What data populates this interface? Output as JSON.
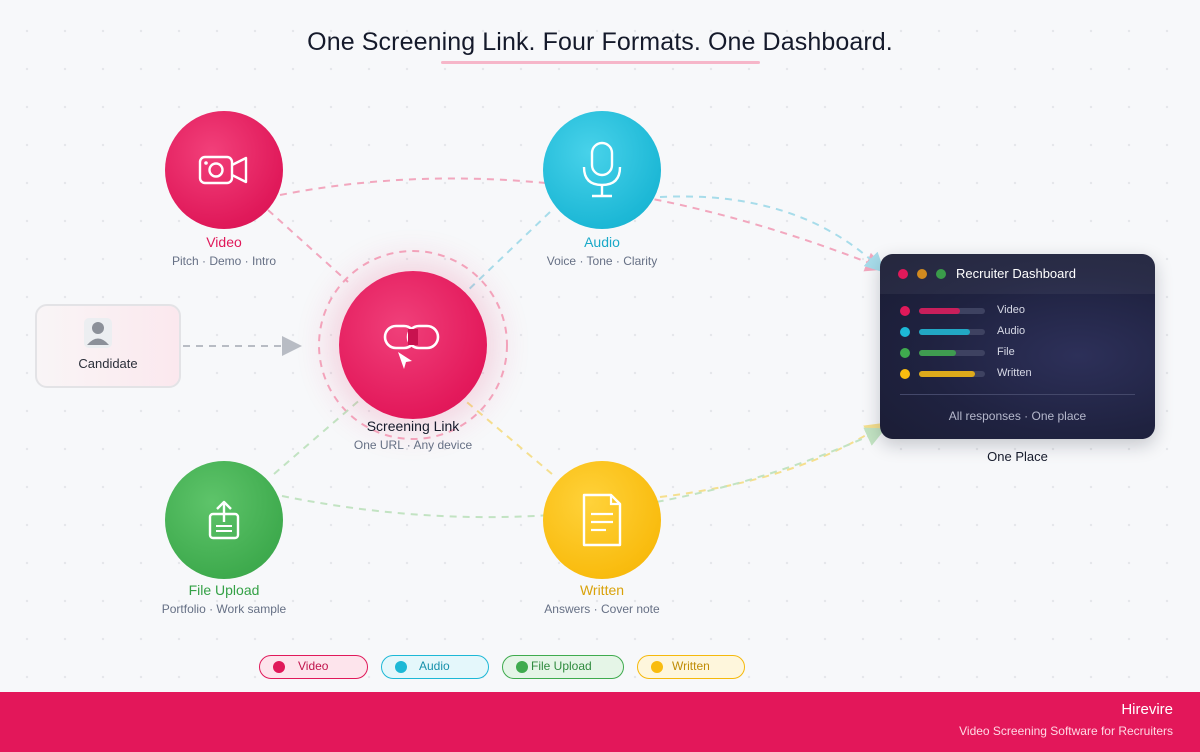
{
  "title": "One Screening Link. Four Formats. One Dashboard.",
  "colors": {
    "video": "#e0195a",
    "audio": "#1db8d6",
    "file_upload": "#3fab4e",
    "written": "#f9bc0f",
    "dashboard_bg": "#1f2240",
    "footer": "#e3175a"
  },
  "nodes": {
    "video": {
      "title": "Video",
      "subtitle": "Pitch · Demo · Intro",
      "icon": "video-camera-icon"
    },
    "audio": {
      "title": "Audio",
      "subtitle": "Voice · Tone · Clarity",
      "icon": "microphone-icon"
    },
    "screening": {
      "title": "Screening Link",
      "subtitle": "One URL · Any device",
      "icon": "link-icon"
    },
    "file_upload": {
      "title": "File Upload",
      "subtitle": "Portfolio · Work sample",
      "icon": "upload-icon"
    },
    "written": {
      "title": "Written",
      "subtitle": "Answers · Cover note",
      "icon": "document-icon"
    }
  },
  "candidate": {
    "label": "Candidate",
    "icon": "user-avatar-icon"
  },
  "dashboard": {
    "title": "Recruiter Dashboard",
    "rows": [
      {
        "label": "Video",
        "fill": 0.62,
        "color": "#e0195a"
      },
      {
        "label": "Audio",
        "fill": 0.78,
        "color": "#1db8d6"
      },
      {
        "label": "File",
        "fill": 0.56,
        "color": "#3fab4e"
      },
      {
        "label": "Written",
        "fill": 0.85,
        "color": "#f9bc0f"
      }
    ],
    "footer": "All responses · One place",
    "caption": "One Place"
  },
  "legend": [
    "Video",
    "Audio",
    "File Upload",
    "Written"
  ],
  "footer": {
    "brand": "Hirevire",
    "tagline": "Video Screening Software for Recruiters"
  }
}
